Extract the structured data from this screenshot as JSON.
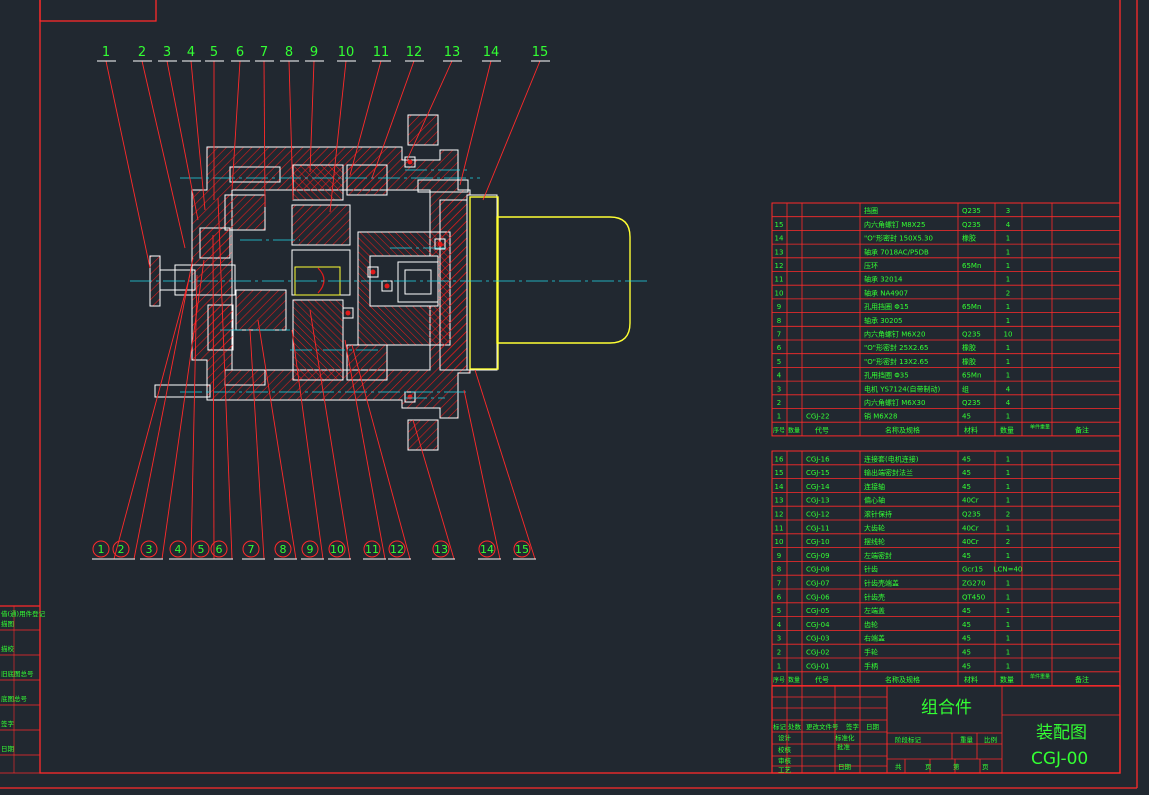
{
  "colors": {
    "background": "#212830",
    "frame": "#ff2a2a",
    "outline": "#ffffff",
    "text": "#33ff33",
    "centerline": "#22d6e8",
    "motor": "#ffff33",
    "hatch": "#e11b1b"
  },
  "top_labels": [
    "1",
    "2",
    "3",
    "4",
    "5",
    "6",
    "7",
    "8",
    "9",
    "10",
    "11",
    "12",
    "13",
    "14",
    "15"
  ],
  "bottom_labels": [
    "1",
    "2",
    "3",
    "4",
    "5",
    "6",
    "7",
    "8",
    "9",
    "10",
    "11",
    "12",
    "13",
    "14",
    "15"
  ],
  "bom_upper": {
    "header": [
      "序号",
      "数量",
      "代号",
      "名称及规格",
      "材料",
      "数量",
      "单件重量",
      "备注"
    ],
    "rows": [
      {
        "no": "",
        "code": "",
        "name": "挡圈",
        "mat": "Q235",
        "qty": "3"
      },
      {
        "no": "15",
        "code": "",
        "name": "内六角螺钉 M8X25",
        "mat": "Q235",
        "qty": "4"
      },
      {
        "no": "14",
        "code": "",
        "name": "\"O\"形密封 150X5.30",
        "mat": "橡胶",
        "qty": "1"
      },
      {
        "no": "13",
        "code": "",
        "name": "轴承 7018AC/P5DB",
        "mat": "",
        "qty": "1"
      },
      {
        "no": "12",
        "code": "",
        "name": "压环",
        "mat": "65Mn",
        "qty": "1"
      },
      {
        "no": "11",
        "code": "",
        "name": "轴承 32014",
        "mat": "",
        "qty": "1"
      },
      {
        "no": "10",
        "code": "",
        "name": "轴承 NA4907",
        "mat": "",
        "qty": "2"
      },
      {
        "no": "9",
        "code": "",
        "name": "孔用挡圈 Φ15",
        "mat": "65Mn",
        "qty": "1"
      },
      {
        "no": "8",
        "code": "",
        "name": "轴承 30205",
        "mat": "",
        "qty": "1"
      },
      {
        "no": "7",
        "code": "",
        "name": "内六角螺钉 M6X20",
        "mat": "Q235",
        "qty": "10"
      },
      {
        "no": "6",
        "code": "",
        "name": "\"O\"形密封 25X2.65",
        "mat": "橡胶",
        "qty": "1"
      },
      {
        "no": "5",
        "code": "",
        "name": "\"O\"形密封 13X2.65",
        "mat": "橡胶",
        "qty": "1"
      },
      {
        "no": "4",
        "code": "",
        "name": "孔用挡圈 Φ35",
        "mat": "65Mn",
        "qty": "1"
      },
      {
        "no": "3",
        "code": "",
        "name": "电机 YS7124(自带制动)",
        "mat": "组",
        "qty": "4"
      },
      {
        "no": "2",
        "code": "",
        "name": "内六角螺钉 M6X30",
        "mat": "Q235",
        "qty": "4"
      },
      {
        "no": "1",
        "code": "CGJ-22",
        "name": "销 M6X28",
        "mat": "45",
        "qty": "1"
      }
    ]
  },
  "bom_lower": {
    "header": [
      "序号",
      "数量",
      "代号",
      "名称及规格",
      "材料",
      "数量",
      "单件重量",
      "备注"
    ],
    "rows": [
      {
        "no": "16",
        "code": "CGJ-16",
        "name": "连接套(电机连接)",
        "mat": "45",
        "qty": "1"
      },
      {
        "no": "15",
        "code": "CGJ-15",
        "name": "输出端密封法兰",
        "mat": "45",
        "qty": "1"
      },
      {
        "no": "14",
        "code": "CGJ-14",
        "name": "连接轴",
        "mat": "45",
        "qty": "1"
      },
      {
        "no": "13",
        "code": "CGJ-13",
        "name": "偏心轴",
        "mat": "40Cr",
        "qty": "1"
      },
      {
        "no": "12",
        "code": "CGJ-12",
        "name": "滚针保持",
        "mat": "Q235",
        "qty": "2"
      },
      {
        "no": "11",
        "code": "CGJ-11",
        "name": "大齿轮",
        "mat": "40Cr",
        "qty": "1"
      },
      {
        "no": "10",
        "code": "CGJ-10",
        "name": "摆线轮",
        "mat": "40Cr",
        "qty": "2"
      },
      {
        "no": "9",
        "code": "CGJ-09",
        "name": "左端密封",
        "mat": "45",
        "qty": "1"
      },
      {
        "no": "8",
        "code": "CGJ-08",
        "name": "针齿",
        "mat": "Gcr15",
        "qty": "LCN=40"
      },
      {
        "no": "7",
        "code": "CGJ-07",
        "name": "针齿壳端盖",
        "mat": "ZG270",
        "qty": "1"
      },
      {
        "no": "6",
        "code": "CGJ-06",
        "name": "针齿壳",
        "mat": "QT450",
        "qty": "1"
      },
      {
        "no": "5",
        "code": "CGJ-05",
        "name": "左端盖",
        "mat": "45",
        "qty": "1"
      },
      {
        "no": "4",
        "code": "CGJ-04",
        "name": "齿轮",
        "mat": "45",
        "qty": "1"
      },
      {
        "no": "3",
        "code": "CGJ-03",
        "name": "右端盖",
        "mat": "45",
        "qty": "1"
      },
      {
        "no": "2",
        "code": "CGJ-02",
        "name": "手轮",
        "mat": "45",
        "qty": "1"
      },
      {
        "no": "1",
        "code": "CGJ-01",
        "name": "手柄",
        "mat": "45",
        "qty": "1"
      }
    ]
  },
  "title_block": {
    "assembly_name": "组合件",
    "drawing_name": "装配图",
    "drawing_number": "CGJ-00",
    "row_labels": [
      "标记",
      "处数",
      "更改文件号",
      "签字",
      "日期"
    ],
    "left_labels": [
      "设计",
      "校核",
      "审核",
      "工艺"
    ],
    "std_label": "标准化",
    "approve_label": "批准",
    "date_label": "日期",
    "mark_label": "阶段标记",
    "weight_label": "重量",
    "scale_label": "比例",
    "sheets": [
      "共",
      "页",
      "第",
      "页"
    ]
  },
  "left_strip": [
    "借(通)用件登记",
    "描图",
    "描校",
    "旧底图总号",
    "底图总号",
    "签字",
    "日期"
  ]
}
